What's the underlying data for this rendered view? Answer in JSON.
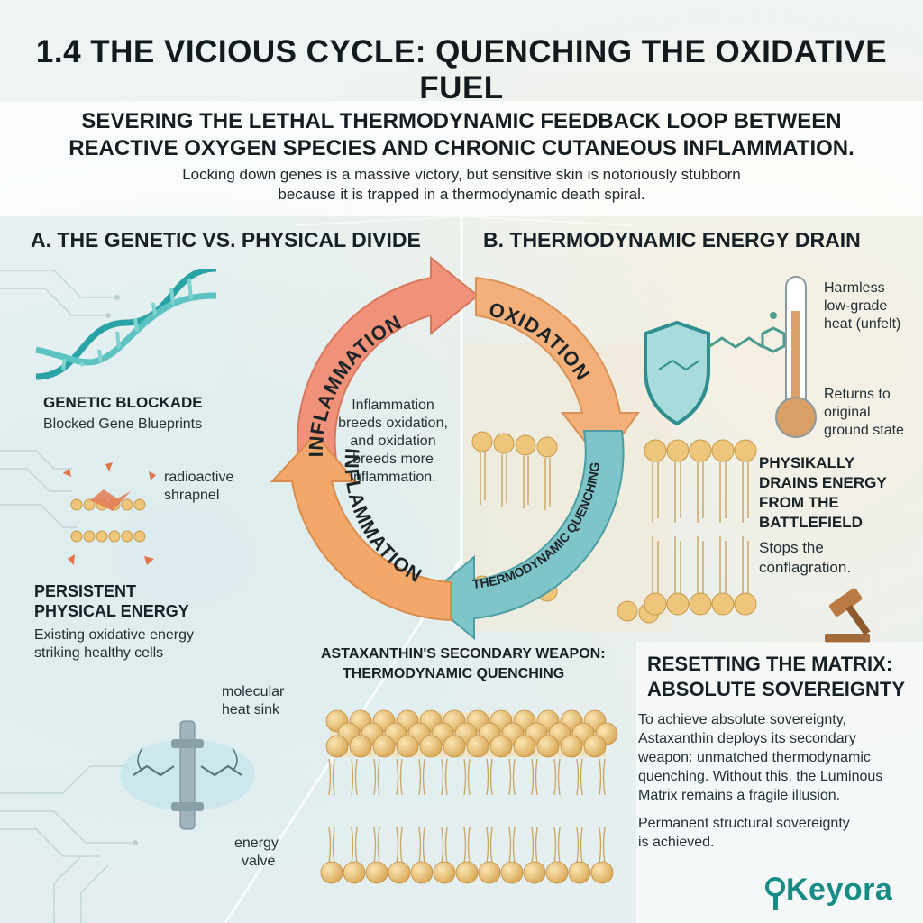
{
  "title": "1.4 THE VICIOUS CYCLE: QUENCHING THE OXIDATIVE FUEL",
  "subtitle_line1": "SEVERING THE LETHAL THERMODYNAMIC FEEDBACK LOOP BETWEEN",
  "subtitle_line2": "REACTIVE OXYGEN SPECIES AND CHRONIC CUTANEOUS INFLAMMATION.",
  "intro_line1": "Locking down genes is a massive victory, but sensitive skin is notoriously stubborn",
  "intro_line2": "because it is trapped in a thermodynamic death spiral.",
  "section_a": {
    "heading": "A. THE GENETIC VS. PHYSICAL DIVIDE",
    "genetic_title": "GENETIC BLOCKADE",
    "genetic_caption": "Blocked Gene Blueprints",
    "shrapnel_label_1": "radioactive",
    "shrapnel_label_2": "shrapnel",
    "persistent_title_1": "PERSISTENT",
    "persistent_title_2": "PHYSICAL ENERGY",
    "persistent_caption_1": "Existing oxidative energy",
    "persistent_caption_2": "striking healthy cells",
    "heat_sink_1": "molecular",
    "heat_sink_2": "heat sink",
    "valve_1": "energy",
    "valve_2": "valve"
  },
  "section_b": {
    "heading": "B. THERMODYNAMIC ENERGY DRAIN",
    "harmless_1": "Harmless",
    "harmless_2": "low-grade",
    "harmless_3": "heat (unfelt)",
    "returns_1": "Returns to",
    "returns_2": "original",
    "returns_3": "ground state",
    "drains_1": "PHYSIKALLY",
    "drains_2": "DRAINS ENERGY",
    "drains_3": "FROM THE",
    "drains_4": "BATTLEFIELD",
    "stops_1": "Stops the",
    "stops_2": "conflagration."
  },
  "cycle": {
    "arrow_top_left": "INFLAMMATION",
    "arrow_top_right": "OXIDATION",
    "arrow_bottom_left": "INFLAMMATION",
    "arrow_bottom_right": "THERMODYNAMIC QUENCHING",
    "center_1": "Inflammation",
    "center_2": "breeds oxidation,",
    "center_3": "and oxidation",
    "center_4": "breeds more",
    "center_5": "inflammation."
  },
  "weapon_1": "ASTAXANTHIN'S SECONDARY WEAPON:",
  "weapon_2": "THERMODYNAMIC QUENCHING",
  "reset": {
    "heading_1": "RESETTING THE MATRIX:",
    "heading_2": "ABSOLUTE SOVEREIGNTY",
    "body_1": "To achieve absolute sovereignty,",
    "body_2": "Astaxanthin deploys its secondary",
    "body_3": "weapon: unmatched thermodynamic",
    "body_4": "quenching. Without this, the Luminous",
    "body_5": "Matrix remains a fragile illusion.",
    "closing_1": "Permanent structural sovereignty",
    "closing_2": "is achieved."
  },
  "brand": "Keyora",
  "colors": {
    "inflammation_arrow": "#f0927a",
    "inflammation_arrow_lower": "#f1a86a",
    "oxidation_arrow": "#f3b07a",
    "quenching_arrow": "#7ec4c8",
    "lipid_head": "#edc67c",
    "brand": "#178c84"
  }
}
